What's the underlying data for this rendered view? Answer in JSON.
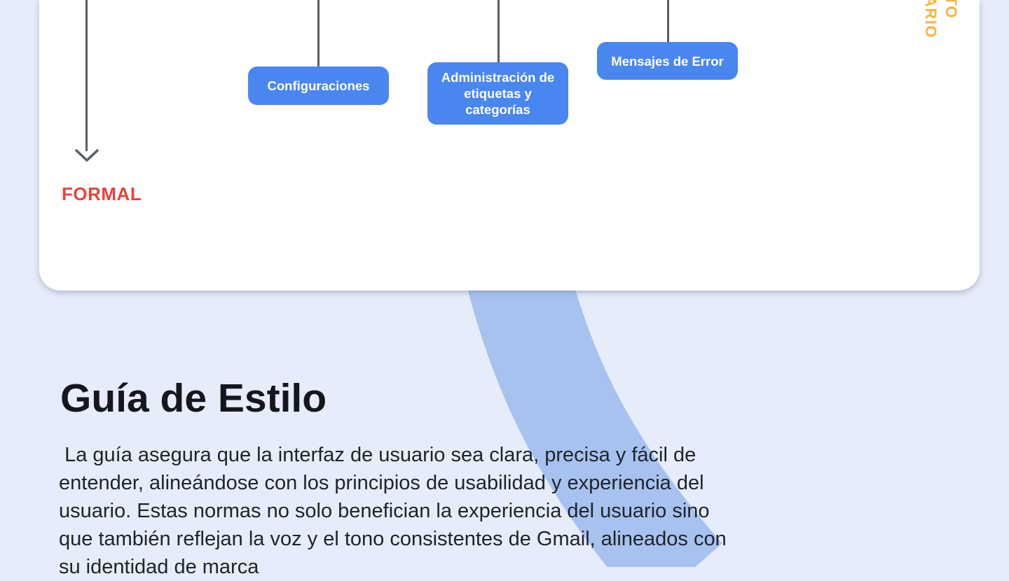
{
  "page": {
    "background_color": "#e6ecf9",
    "ribbon_color": "#a8c2f0"
  },
  "diagram": {
    "node_color": "#4a86f0",
    "connector_color": "#5a5e66",
    "nodes": [
      {
        "label": "Configuraciones"
      },
      {
        "label": "Administración de etiquetas y categorías"
      },
      {
        "label": "Mensajes de Error"
      }
    ],
    "axis_bottom_label": "FORMAL",
    "axis_bottom_color": "#e8443a",
    "side_label": {
      "color": "#f4b541",
      "lines": [
        "TO",
        "ARIO"
      ]
    }
  },
  "content": {
    "title": "Guía de Estilo",
    "paragraph": " La guía asegura que la interfaz de usuario sea clara, precisa y fácil de entender, alineándose con los principios de usabilidad y experiencia del usuario. Estas normas no solo benefician la experiencia del usuario sino que también reflejan la voz y el tono consistentes de Gmail, alineados con su identidad de marca"
  }
}
